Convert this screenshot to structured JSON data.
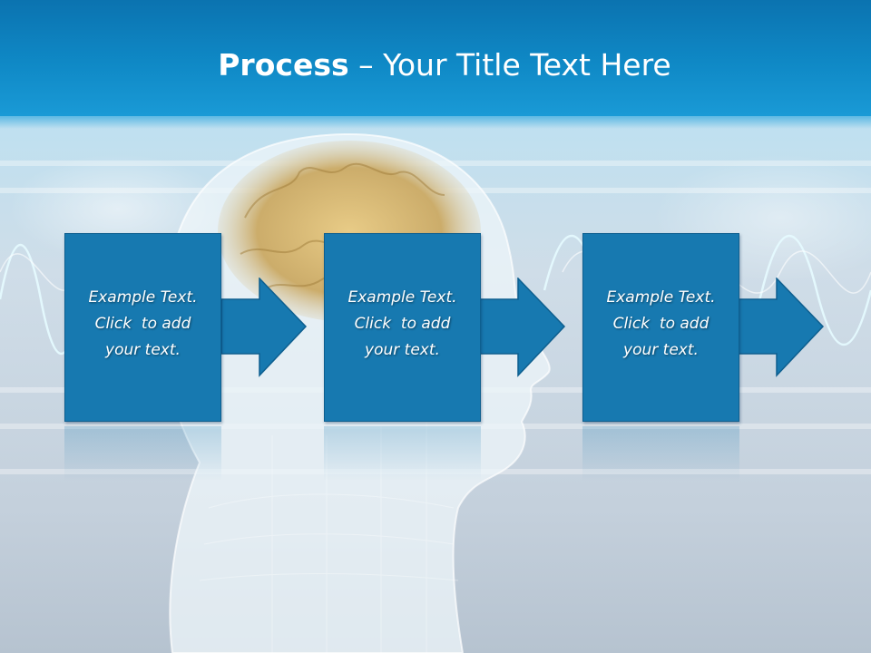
{
  "title": {
    "bold": "Process",
    "rest": " – Your Title Text Here"
  },
  "steps": [
    {
      "line1": "Example Text.",
      "line2": "Click  to add",
      "line3": "your text."
    },
    {
      "line1": "Example Text.",
      "line2": "Click  to add",
      "line3": "your text."
    },
    {
      "line1": "Example Text.",
      "line2": "Click  to add",
      "line3": "your text."
    }
  ],
  "colors": {
    "title_bar": "#0f89c6",
    "step_fill": "#1779b0"
  }
}
